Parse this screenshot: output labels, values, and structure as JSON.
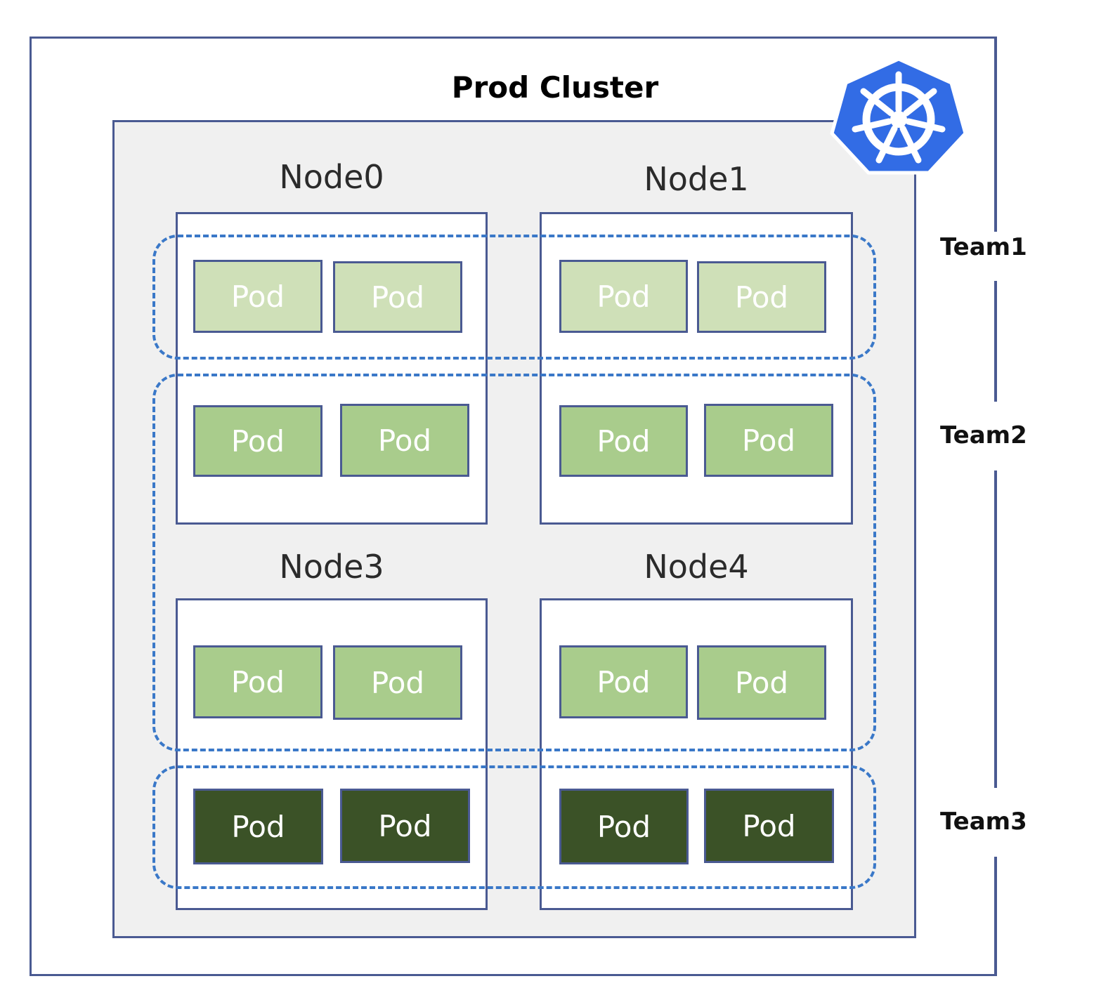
{
  "title": "Prod Cluster",
  "logo": {
    "icon": "kubernetes-helm-icon",
    "color": "#326ce5"
  },
  "nodes": [
    {
      "label": "Node0"
    },
    {
      "label": "Node1"
    },
    {
      "label": "Node3"
    },
    {
      "label": "Node4"
    }
  ],
  "pod_label": "Pod",
  "teams": [
    {
      "label": "Team1",
      "color": "#cfe0b8"
    },
    {
      "label": "Team2",
      "color": "#a9cc8c"
    },
    {
      "label": "Team3",
      "color": "#3b5227"
    }
  ],
  "colors": {
    "border": "#4a5a92",
    "dashed_group": "#3a78c8",
    "cluster_background": "#f0f0f0"
  }
}
